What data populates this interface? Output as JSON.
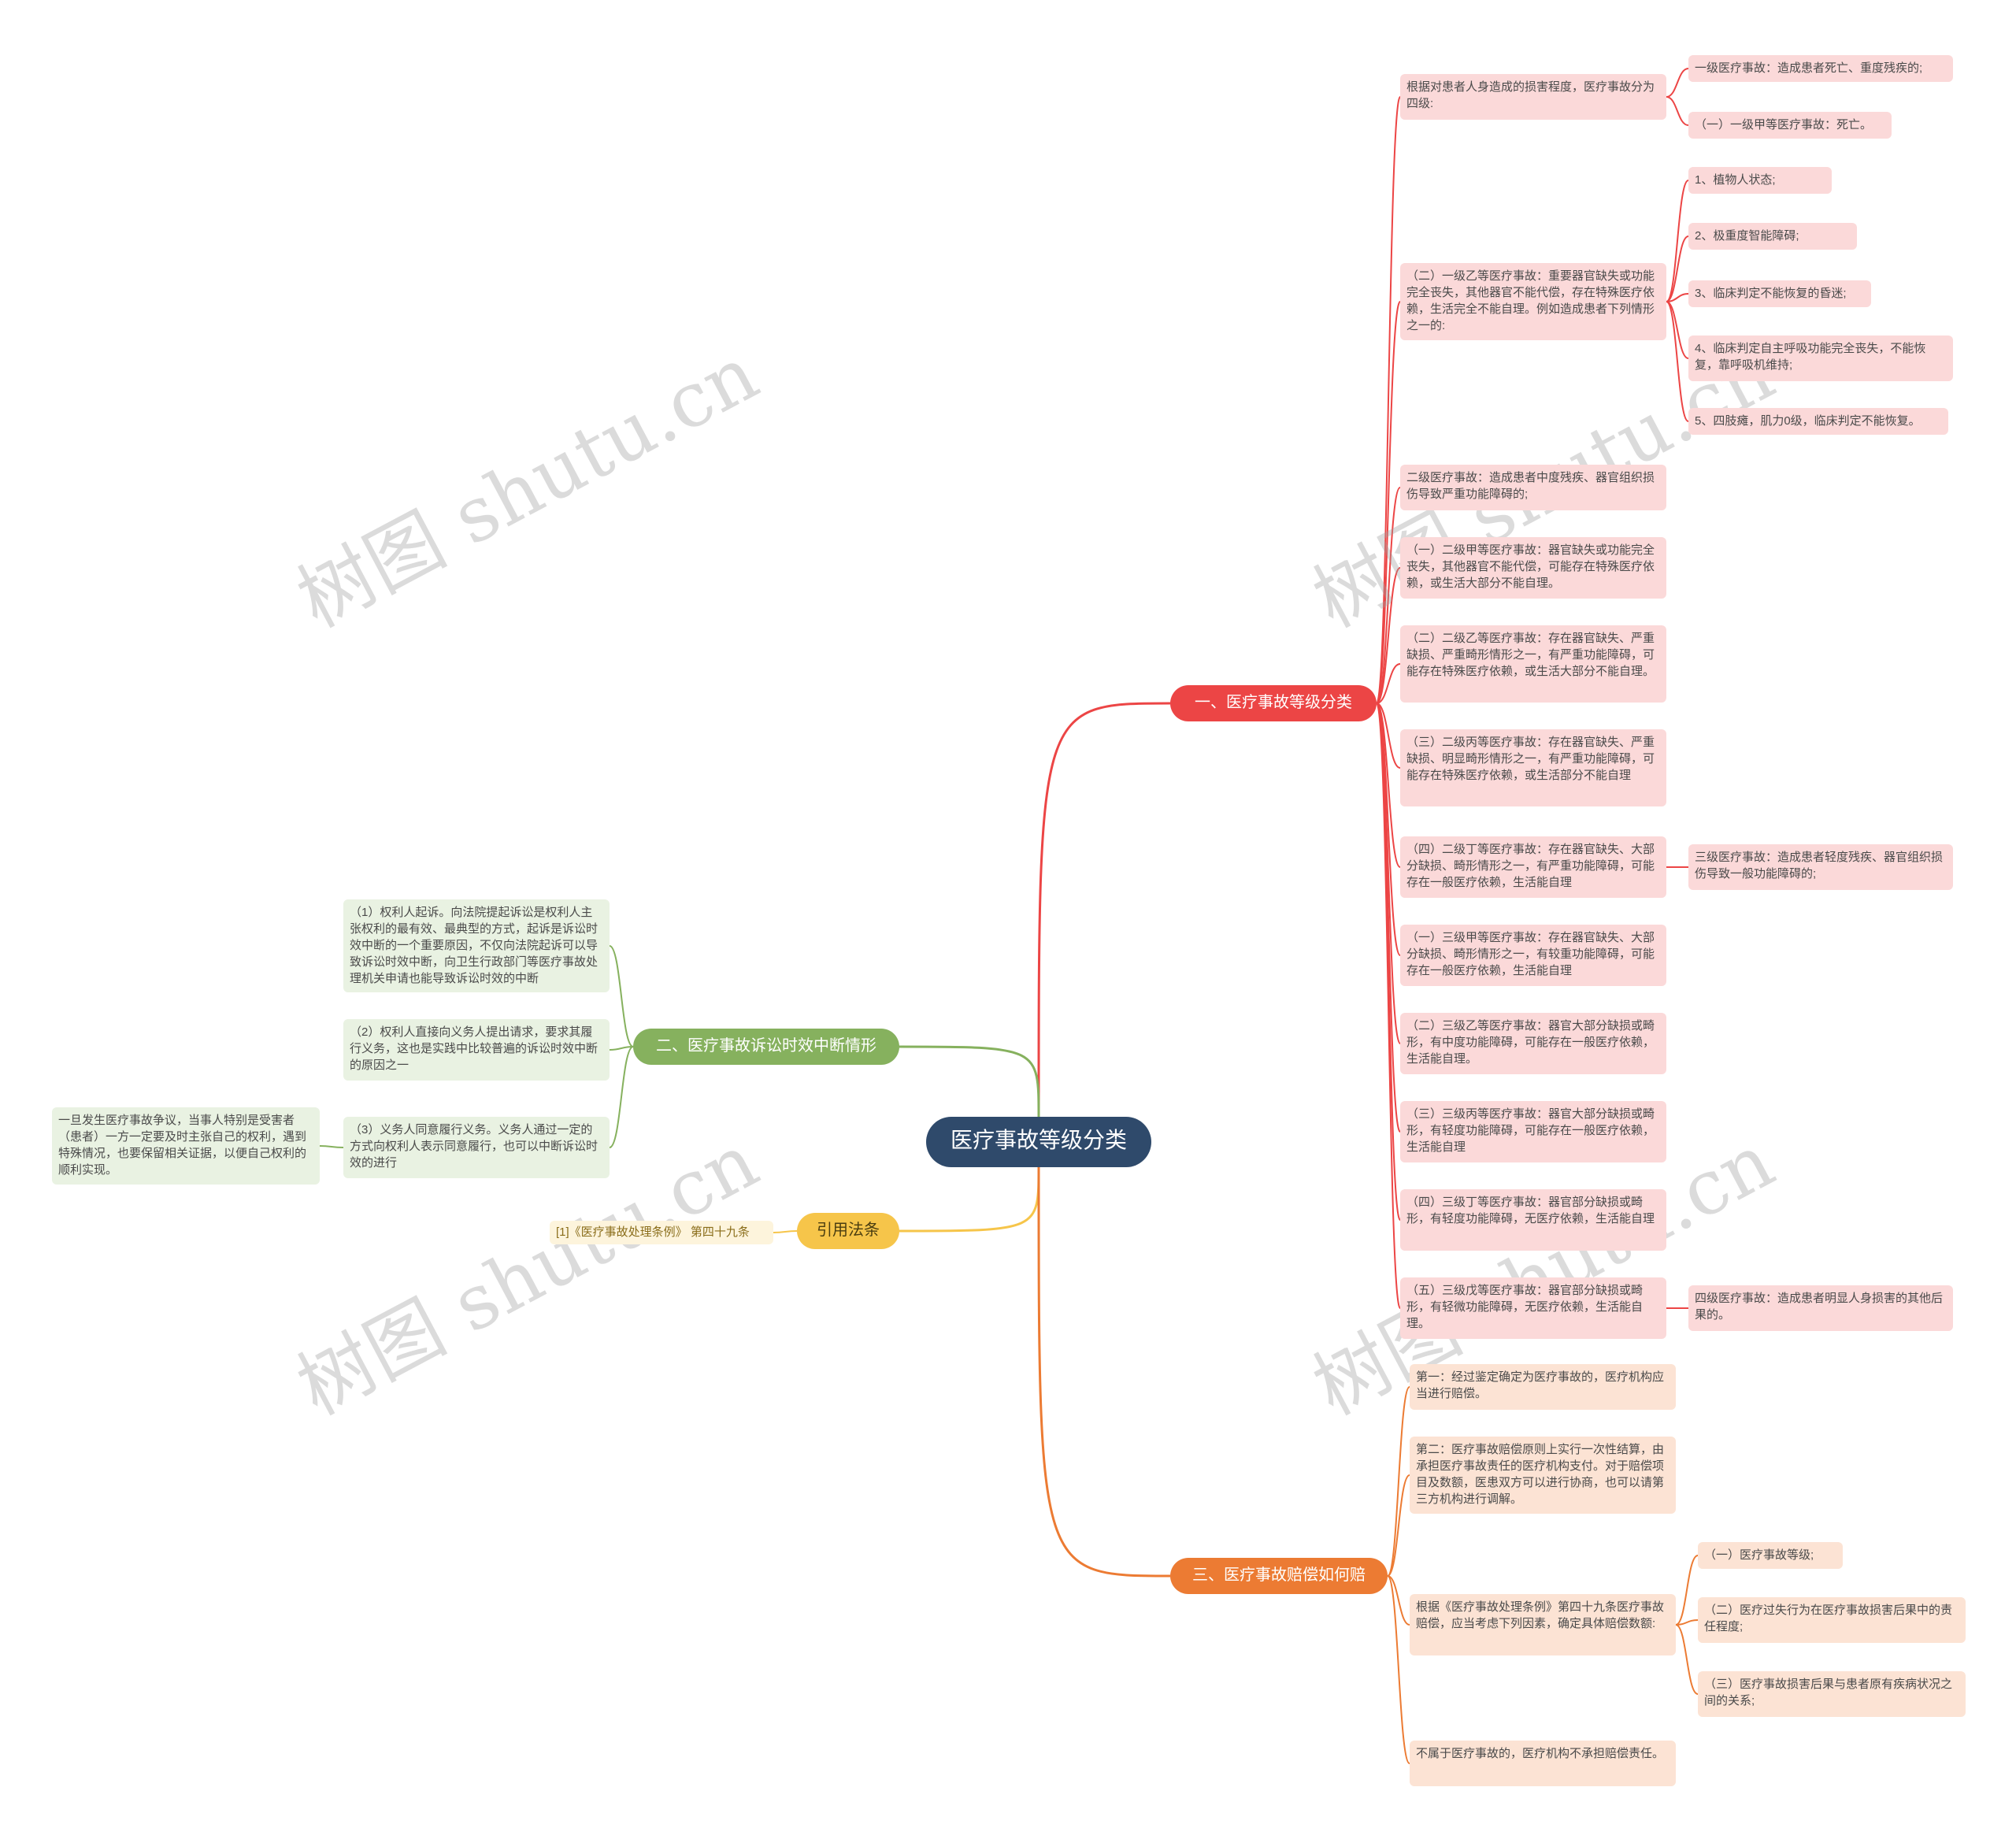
{
  "root": {
    "label": "医疗事故等级分类"
  },
  "branches": {
    "b1": {
      "label": "一、医疗事故等级分类",
      "grade_intro": "根据对患者人身造成的损害程度，医疗事故分为四级:",
      "grade1": "一级医疗事故：造成患者死亡、重度残疾的;",
      "grade1a": "（一）一级甲等医疗事故：死亡。",
      "grade1b": "（二）一级乙等医疗事故：重要器官缺失或功能完全丧失，其他器官不能代偿，存在特殊医疗依赖，生活完全不能自理。例如造成患者下列情形之一的:",
      "grade1b_items": [
        "1、植物人状态;",
        "2、极重度智能障碍;",
        "3、临床判定不能恢复的昏迷;",
        "4、临床判定自主呼吸功能完全丧失，不能恢复，靠呼吸机维持;",
        "5、四肢瘫，肌力0级，临床判定不能恢复。"
      ],
      "grade2": "二级医疗事故：造成患者中度残疾、器官组织损伤导致严重功能障碍的;",
      "grade2a": "（一）二级甲等医疗事故：器官缺失或功能完全丧失，其他器官不能代偿，可能存在特殊医疗依赖，或生活大部分不能自理。",
      "grade2b": "（二）二级乙等医疗事故：存在器官缺失、严重缺损、严重畸形情形之一，有严重功能障碍，可能存在特殊医疗依赖，或生活大部分不能自理。",
      "grade2c": "（三）二级丙等医疗事故：存在器官缺失、严重缺损、明显畸形情形之一，有严重功能障碍，可能存在特殊医疗依赖，或生活部分不能自理",
      "grade2d": "（四）二级丁等医疗事故：存在器官缺失、大部分缺损、畸形情形之一，有严重功能障碍，可能存在一般医疗依赖，生活能自理",
      "grade3": "三级医疗事故：造成患者轻度残疾、器官组织损伤导致一般功能障碍的;",
      "grade3a": "（一）三级甲等医疗事故：存在器官缺失、大部分缺损、畸形情形之一，有较重功能障碍，可能存在一般医疗依赖，生活能自理",
      "grade3b": "（二）三级乙等医疗事故：器官大部分缺损或畸形，有中度功能障碍，可能存在一般医疗依赖，生活能自理。",
      "grade3c": "（三）三级丙等医疗事故：器官大部分缺损或畸形，有轻度功能障碍，可能存在一般医疗依赖，生活能自理",
      "grade3d": "（四）三级丁等医疗事故：器官部分缺损或畸形，有轻度功能障碍，无医疗依赖，生活能自理",
      "grade3e": "（五）三级戊等医疗事故：器官部分缺损或畸形，有轻微功能障碍，无医疗依赖，生活能自理。",
      "grade4": "四级医疗事故：造成患者明显人身损害的其他后果的。"
    },
    "b2": {
      "label": "二、医疗事故诉讼时效中断情形",
      "item1": "（1）权利人起诉。向法院提起诉讼是权利人主张权利的最有效、最典型的方式，起诉是诉讼时效中断的一个重要原因，不仅向法院起诉可以导致诉讼时效中断，向卫生行政部门等医疗事故处理机关申请也能导致诉讼时效的中断",
      "item2": "（2）权利人直接向义务人提出请求，要求其履行义务，这也是实践中比较普遍的诉讼时效中断的原因之一",
      "item3": "（3）义务人同意履行义务。义务人通过一定的方式向权利人表示同意履行，也可以中断诉讼时效的进行",
      "item3_note": "一旦发生医疗事故争议，当事人特别是受害者（患者）一方一定要及时主张自己的权利，遇到特殊情况，也要保留相关证据，以便自己权利的顺利实现。"
    },
    "b3": {
      "label": "引用法条",
      "item1": "[1]《医疗事故处理条例》 第四十九条"
    },
    "b4": {
      "label": "三、医疗事故赔偿如何赔",
      "item1": "第一：经过鉴定确定为医疗事故的，医疗机构应当进行赔偿。",
      "item2": "第二：医疗事故赔偿原则上实行一次性结算，由承担医疗事故责任的医疗机构支付。对于赔偿项目及数额，医患双方可以进行协商，也可以请第三方机构进行调解。",
      "item3": "根据《医疗事故处理条例》第四十九条医疗事故赔偿，应当考虑下列因素，确定具体赔偿数额:",
      "item3_subs": [
        "（一）医疗事故等级;",
        "（二）医疗过失行为在医疗事故损害后果中的责任程度;",
        "（三）医疗事故损害后果与患者原有疾病状况之间的关系;"
      ],
      "item4": "不属于医疗事故的，医疗机构不承担赔偿责任。"
    }
  },
  "watermark": "树图 shutu.cn",
  "colors": {
    "root": "#2f4a6b",
    "red": "#ec4545",
    "green": "#86b15e",
    "yellow": "#f6c54a",
    "orange": "#ec7b33"
  }
}
